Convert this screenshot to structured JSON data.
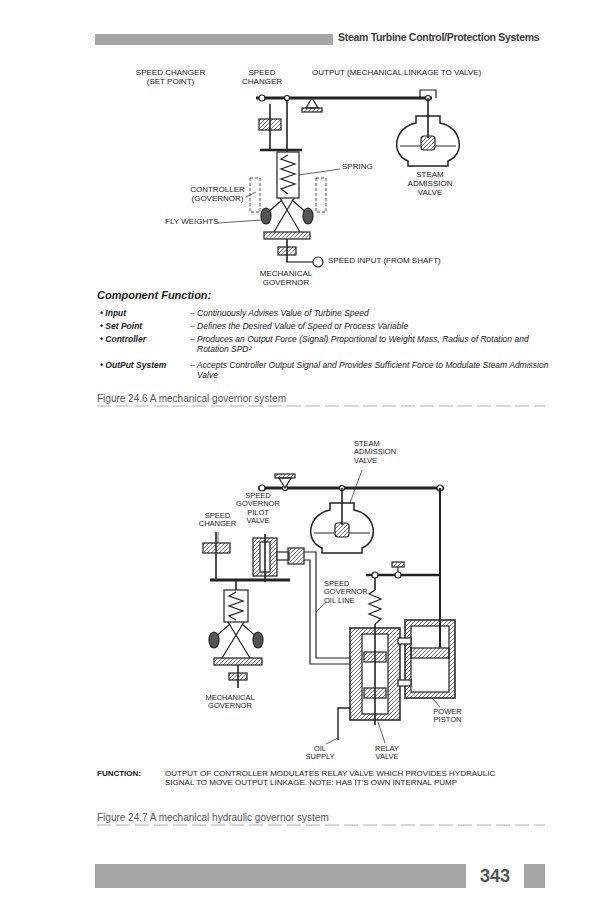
{
  "diagram": {
    "nodes": [
      {
        "text": [
          "343"
        ]
      }
    ],
    "labels": [
      "Steam Turbine Control/Protection Systems",
      "SPEED CHANGER (SET POINT)",
      "SPEED CHANGER",
      "OUTPUT (MECHANICAL LINKAGE TO VALVE)",
      "SPRING",
      "CONTROLLER (GOVERNOR)",
      "STEAM ADMISSION VALVE",
      "FLY WEIGHTS",
      "SPEED INPUT (FROM SHAFT)",
      "MECHANICAL GOVERNOR",
      "Component Function:",
      "• Input",
      "– Continuously Advises Value of Turbine Speed",
      "• Set Point",
      "– Defines the Desired Value of Speed or Process Variable",
      "• Controller",
      "– Produces an Output Force (Signal) Proportional to Weight Mass, Radius of Rotation and Rotation SPD²",
      "• OutPut System",
      "– Accepts Controller Output Signal and Provides Sufficient Force to Modulate Steam Admission Valve",
      "Figure 24.6 A mechanical governor system",
      "STEAM ADMISSION VALVE",
      "SPEED GOVERNOR PILOT VALVE",
      "SPEED CHANGER",
      "SPEED GOVERNOR OIL LINE",
      "MECHANICAL GOVERNOR",
      "POWER PISTON",
      "OIL SUPPLY",
      "RELAY VALVE",
      "FUNCTION:",
      "OUTPUT OF CONTROLLER MODULATES RELAY VALVE WHICH PROVIDES HYDRAULIC SIGNAL TO MOVE OUTPUT LINKAGE. NOTE: HAS IT'S OWN INTERNAL PUMP",
      "Figure 24.7 A mechanical hydraulic governor system"
    ]
  }
}
